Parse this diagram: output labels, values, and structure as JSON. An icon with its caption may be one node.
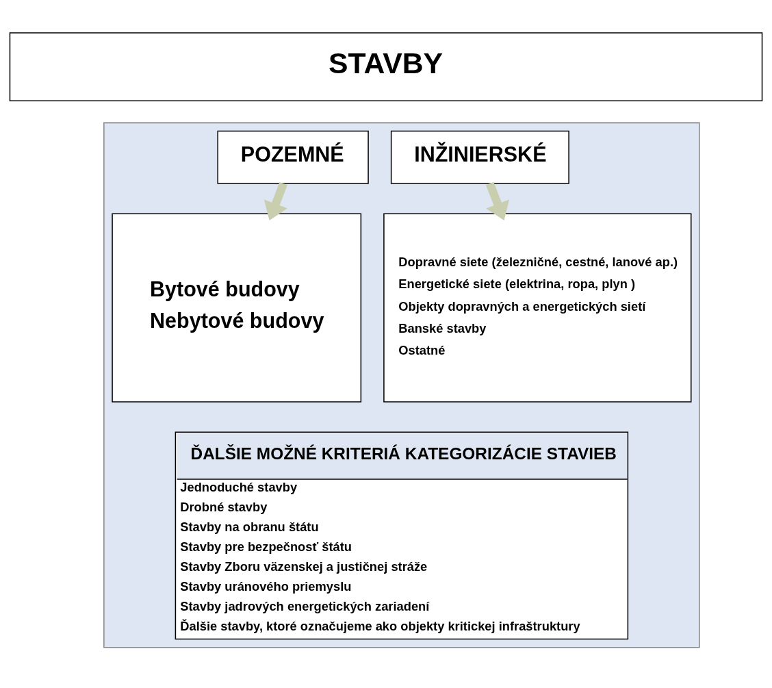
{
  "diagram": {
    "nodes": [
      {
        "text": [
          "STAVBY"
        ]
      },
      {
        "text": [],
        "shape": "box"
      },
      {
        "text": [
          "POZEMNÉ"
        ],
        "in": 1
      },
      {
        "text": [
          "INŽINIERSKÉ"
        ],
        "in": 1
      },
      {
        "text": [
          "Bytové budovy",
          "Nebytové budovy"
        ],
        "in": 1
      },
      {
        "text": [
          "Dopravné siete (železničné, cestné, lanové ap.)",
          "Energetické siete (elektrina, ropa, plyn )",
          "Objekty dopravných a energetických sietí",
          "Banské stavby",
          "Ostatné"
        ],
        "in": 1
      },
      {
        "text": [
          "ĎALŠIE MOŽNÉ KRITERIÁ KATEGORIZÁCIE STAVIEB",
          "Jednoduché stavby",
          "Drobné stavby",
          "Stavby na obranu štátu",
          "Stavby pre bezpečnosť štátu",
          "Stavby Zboru väzenskej a justičnej stráže",
          "Stavby uránového priemyslu",
          "Stavby jadrových energetických zariadení",
          "Ďalšie stavby, ktoré označujeme ako objekty kritickej infraštruktury"
        ],
        "in": 1
      }
    ],
    "edges": [
      {
        "from": 2,
        "to": 4,
        "arrow": "to"
      },
      {
        "from": 3,
        "to": 5,
        "arrow": "to"
      }
    ]
  }
}
